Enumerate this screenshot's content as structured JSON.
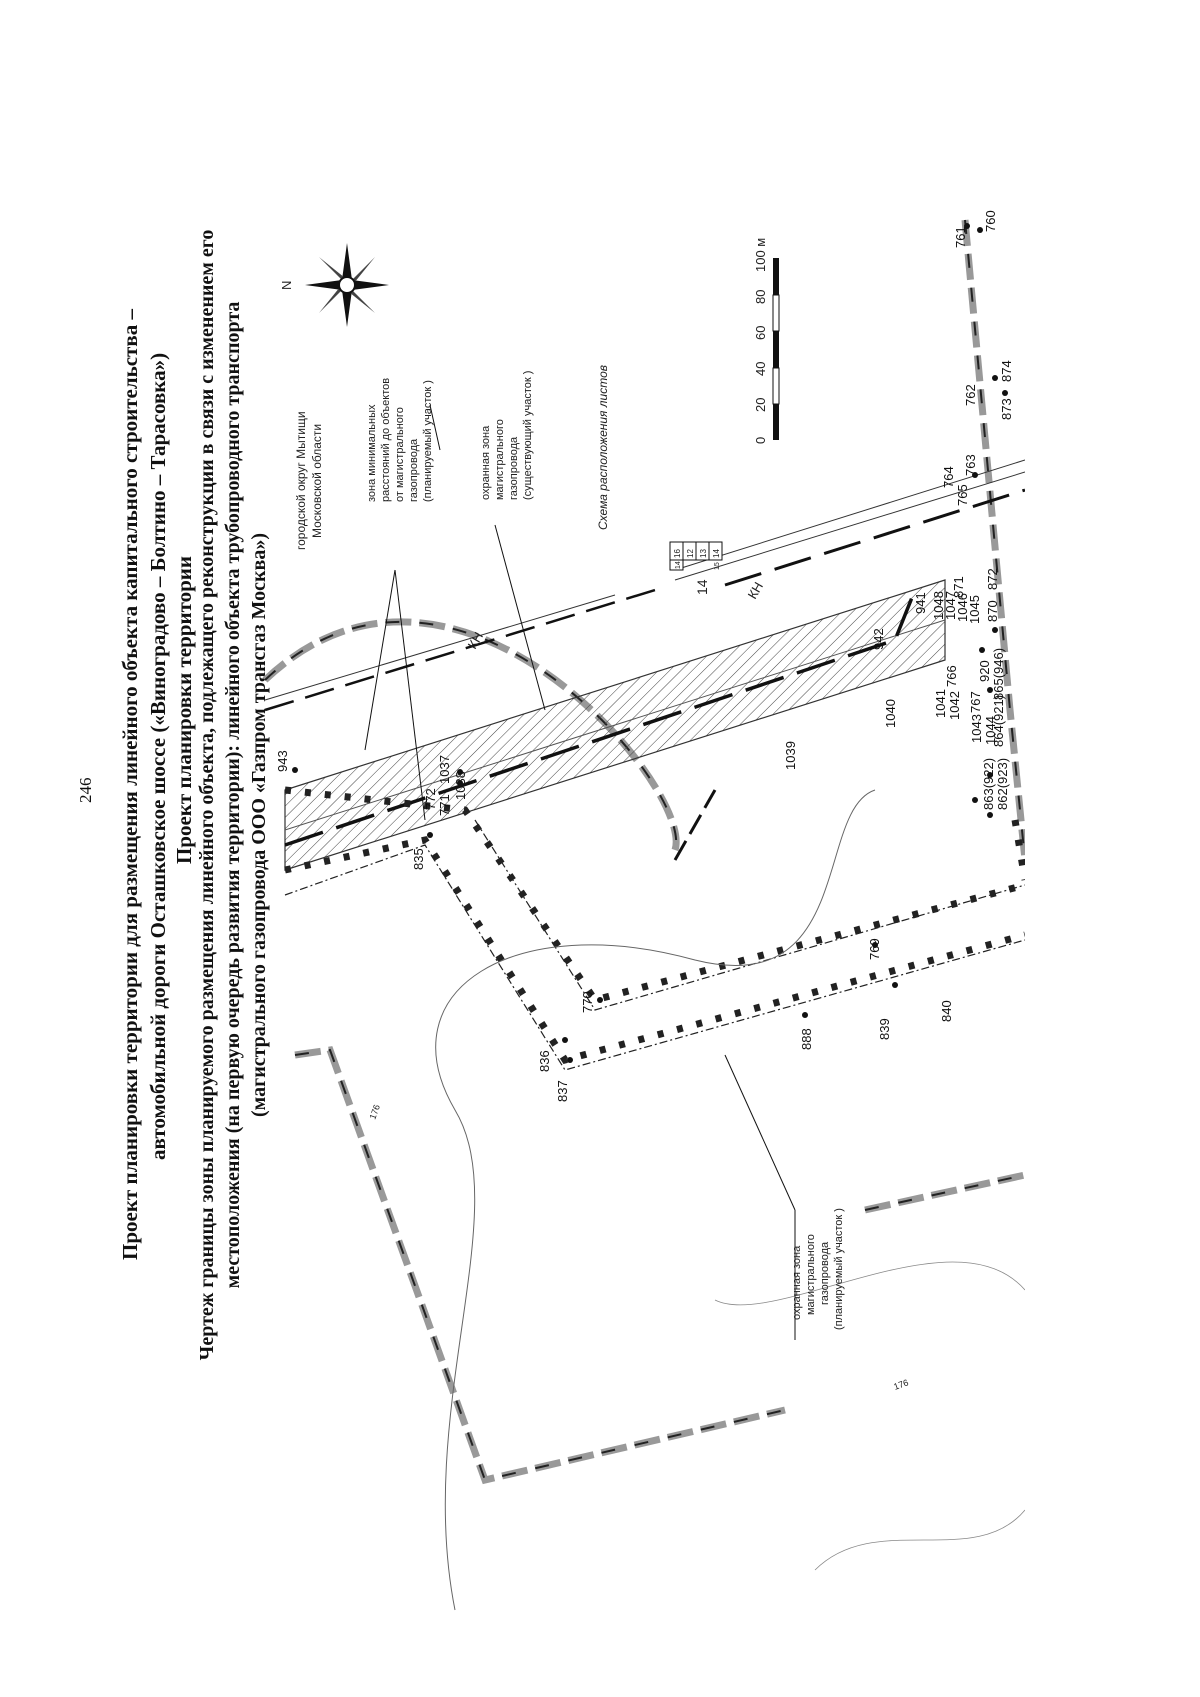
{
  "page": {
    "number": "246"
  },
  "title": {
    "lines": [
      "Проект планировки территории для размещения линейного объекта капитального строительства –",
      "автомобильной дороги Осташковское шоссе («Виноградово – Болтино – Тарасовка»)",
      "Проект планировки территории",
      "Чертеж границы зоны планируемого размещения линейного объекта, подлежащего реконструкции в связи с изменением его",
      "местоположения (на первую очередь развития территории): линейного объекта трубопроводного транспорта",
      "(магистрального газопровода ООО «Газпром трансгаз Москва»)"
    ]
  },
  "map": {
    "compass": {
      "north_label": "N",
      "icon": "compass-rose-icon"
    },
    "scale_bar": {
      "ticks": [
        "0",
        "20",
        "40",
        "60",
        "80",
        "100 м"
      ]
    },
    "labels": {
      "district": [
        "городской округ Мытищи",
        "Московской области"
      ],
      "zone_min_distances": [
        "зона минимальных",
        "расстояний до объектов",
        "от магистрального",
        "газопровода",
        "(планируемый участок )"
      ],
      "protected_existing": [
        "охранная зона",
        "магистрального",
        "газопровода",
        "(существующий участок )"
      ],
      "protected_planned": [
        "охранная зона",
        "магистрального",
        "газопровода",
        "(планируемый участок )"
      ],
      "sheet_layout": "Схема расположения листов",
      "sheet_index_numbers": [
        "16",
        "14",
        "12",
        "13",
        "14",
        "15"
      ],
      "sheet_number": "14",
      "kn": "КН",
      "contour": "176"
    },
    "points": {
      "p943": "943",
      "p1037": "1037",
      "p1038": "1038",
      "p772": "772",
      "p771": "771",
      "p835": "835",
      "p836": "836",
      "p837": "837",
      "p770": "770",
      "p769": "769",
      "p888": "888",
      "p839": "839",
      "p840": "840",
      "p1039": "1039",
      "p1040": "1040",
      "p1041": "1041",
      "p1042": "1042",
      "p1043": "1043",
      "p1044": "1044",
      "p766": "766",
      "p767": "767",
      "p942": "942",
      "p941": "941",
      "p1045": "1045",
      "p1046": "1046",
      "p1047": "1047",
      "p1048": "1048",
      "p870": "870",
      "p871": "871",
      "p872": "872",
      "p865": "865(946)",
      "p863": "863(922)",
      "p862": "862(923)",
      "p864": "864(921)",
      "p920": "920",
      "p764": "764",
      "p765": "765",
      "p763": "763",
      "p762": "762",
      "p873": "873",
      "p874": "874",
      "p761": "761",
      "p760": "760"
    }
  }
}
